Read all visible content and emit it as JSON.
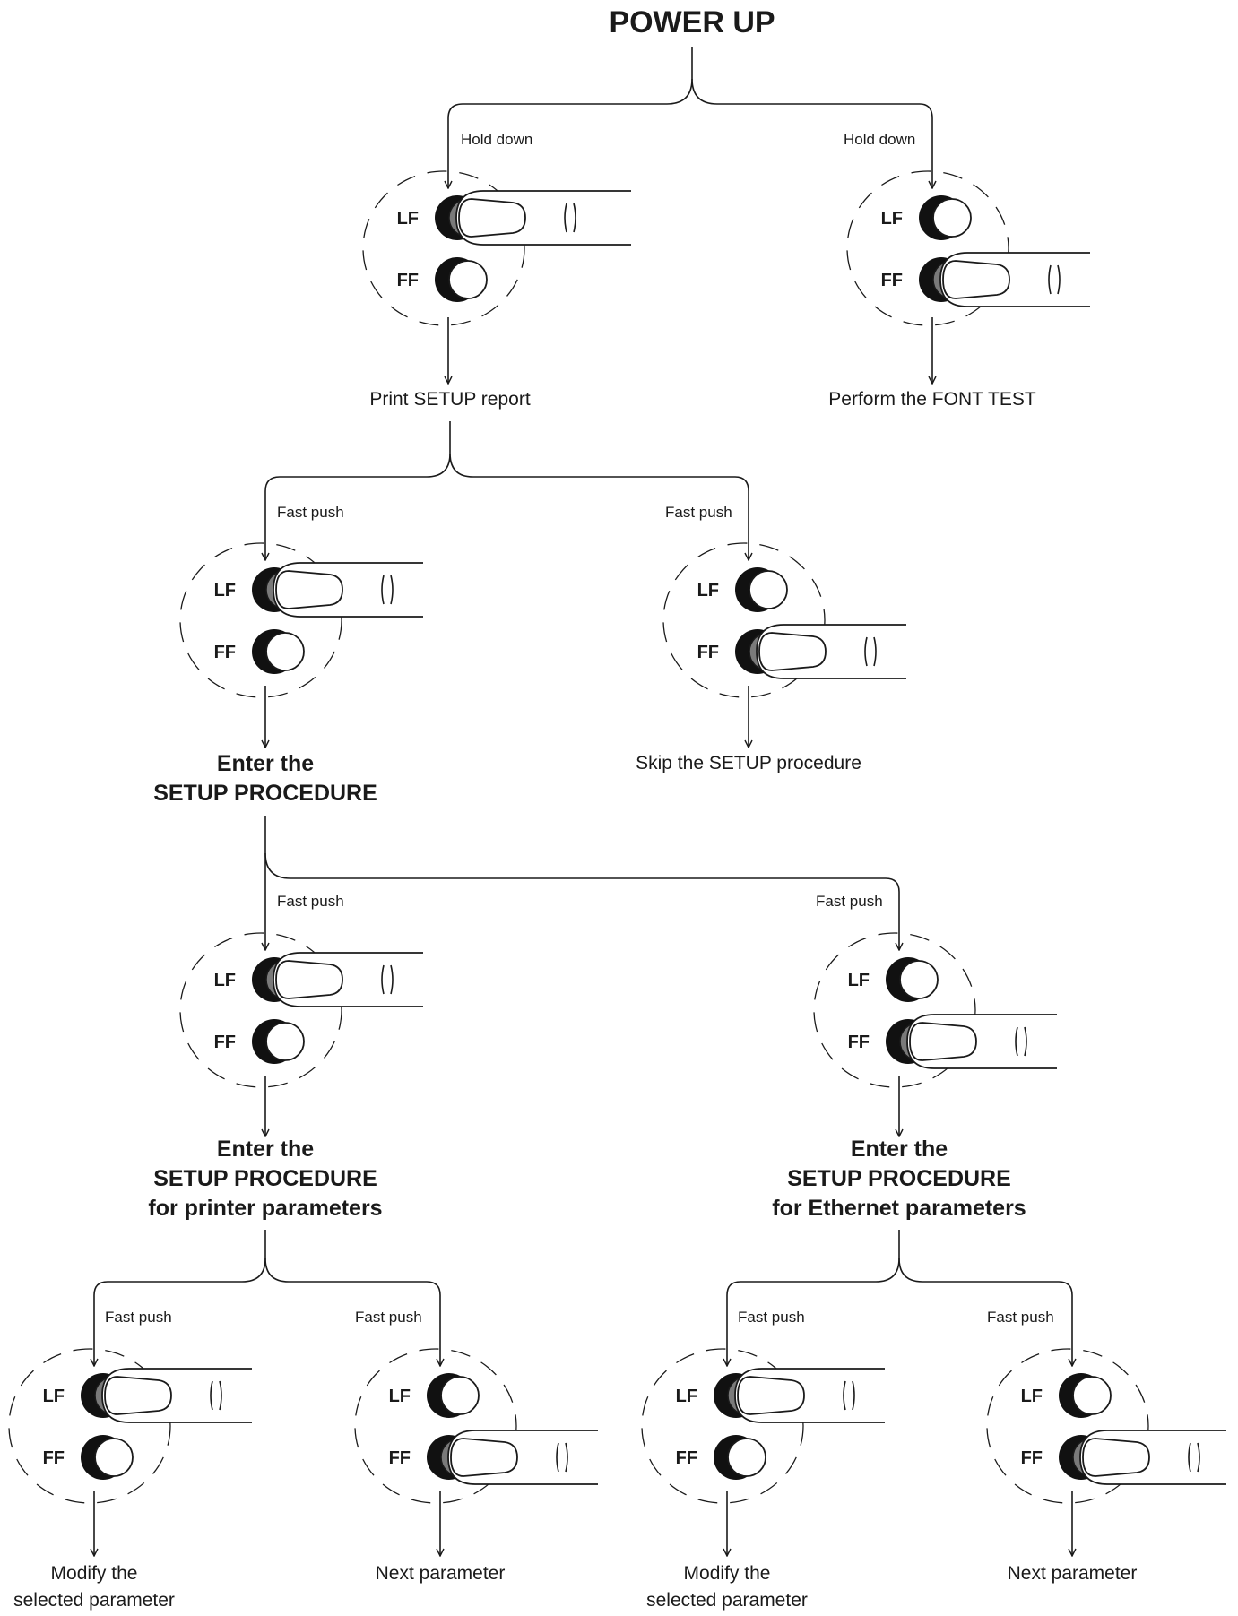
{
  "title": "POWER UP",
  "button_labels": {
    "lf": "LF",
    "ff": "FF"
  },
  "actions": {
    "hold_down": "Hold down",
    "fast_push": "Fast push"
  },
  "results": {
    "print_setup_report": "Print SETUP report",
    "perform_font_test": "Perform the FONT TEST",
    "skip_setup": "Skip the SETUP procedure",
    "modify_line1": "Modify the",
    "modify_line2": "selected parameter",
    "next_parameter": "Next parameter"
  },
  "headings": {
    "enter_the": "Enter the",
    "setup_procedure": "SETUP PROCEDURE",
    "for_printer": "for printer parameters",
    "for_ethernet": "for Ethernet parameters"
  },
  "panels": [
    {
      "id": "power-up-hold-lf",
      "pressed": "LF",
      "action": "hold_down"
    },
    {
      "id": "power-up-hold-ff",
      "pressed": "FF",
      "action": "hold_down"
    },
    {
      "id": "report-push-lf",
      "pressed": "LF",
      "action": "fast_push"
    },
    {
      "id": "report-push-ff",
      "pressed": "FF",
      "action": "fast_push"
    },
    {
      "id": "setup-push-lf",
      "pressed": "LF",
      "action": "fast_push"
    },
    {
      "id": "setup-push-ff",
      "pressed": "FF",
      "action": "fast_push"
    },
    {
      "id": "printer-push-lf",
      "pressed": "LF",
      "action": "fast_push"
    },
    {
      "id": "printer-push-ff",
      "pressed": "FF",
      "action": "fast_push"
    },
    {
      "id": "ethernet-push-lf",
      "pressed": "LF",
      "action": "fast_push"
    },
    {
      "id": "ethernet-push-ff",
      "pressed": "FF",
      "action": "fast_push"
    }
  ]
}
